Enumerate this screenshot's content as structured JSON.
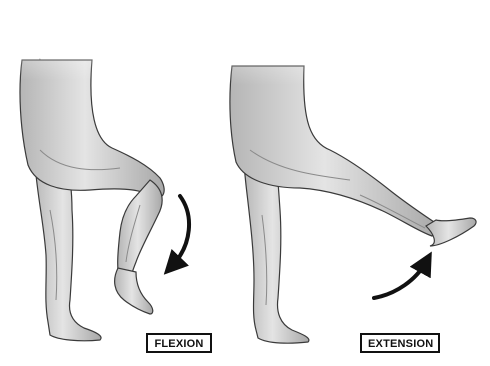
{
  "labels": {
    "flexion": "FLEXION",
    "extension": "EXTENSION"
  },
  "colors": {
    "skin_light": "#e6e6e6",
    "skin_mid": "#c9c9c9",
    "skin_shadow": "#9a9a9a",
    "outline": "#3a3a3a",
    "arrow": "#111111",
    "label_border": "#111111"
  },
  "figures": [
    {
      "name": "flexion-leg",
      "motion": "knee bent backward"
    },
    {
      "name": "extension-leg",
      "motion": "leg raised forward, knee straight"
    }
  ],
  "arrows": [
    {
      "name": "flexion-arrow",
      "direction": "down-left, curved"
    },
    {
      "name": "extension-arrow",
      "direction": "up-right, curved"
    }
  ]
}
